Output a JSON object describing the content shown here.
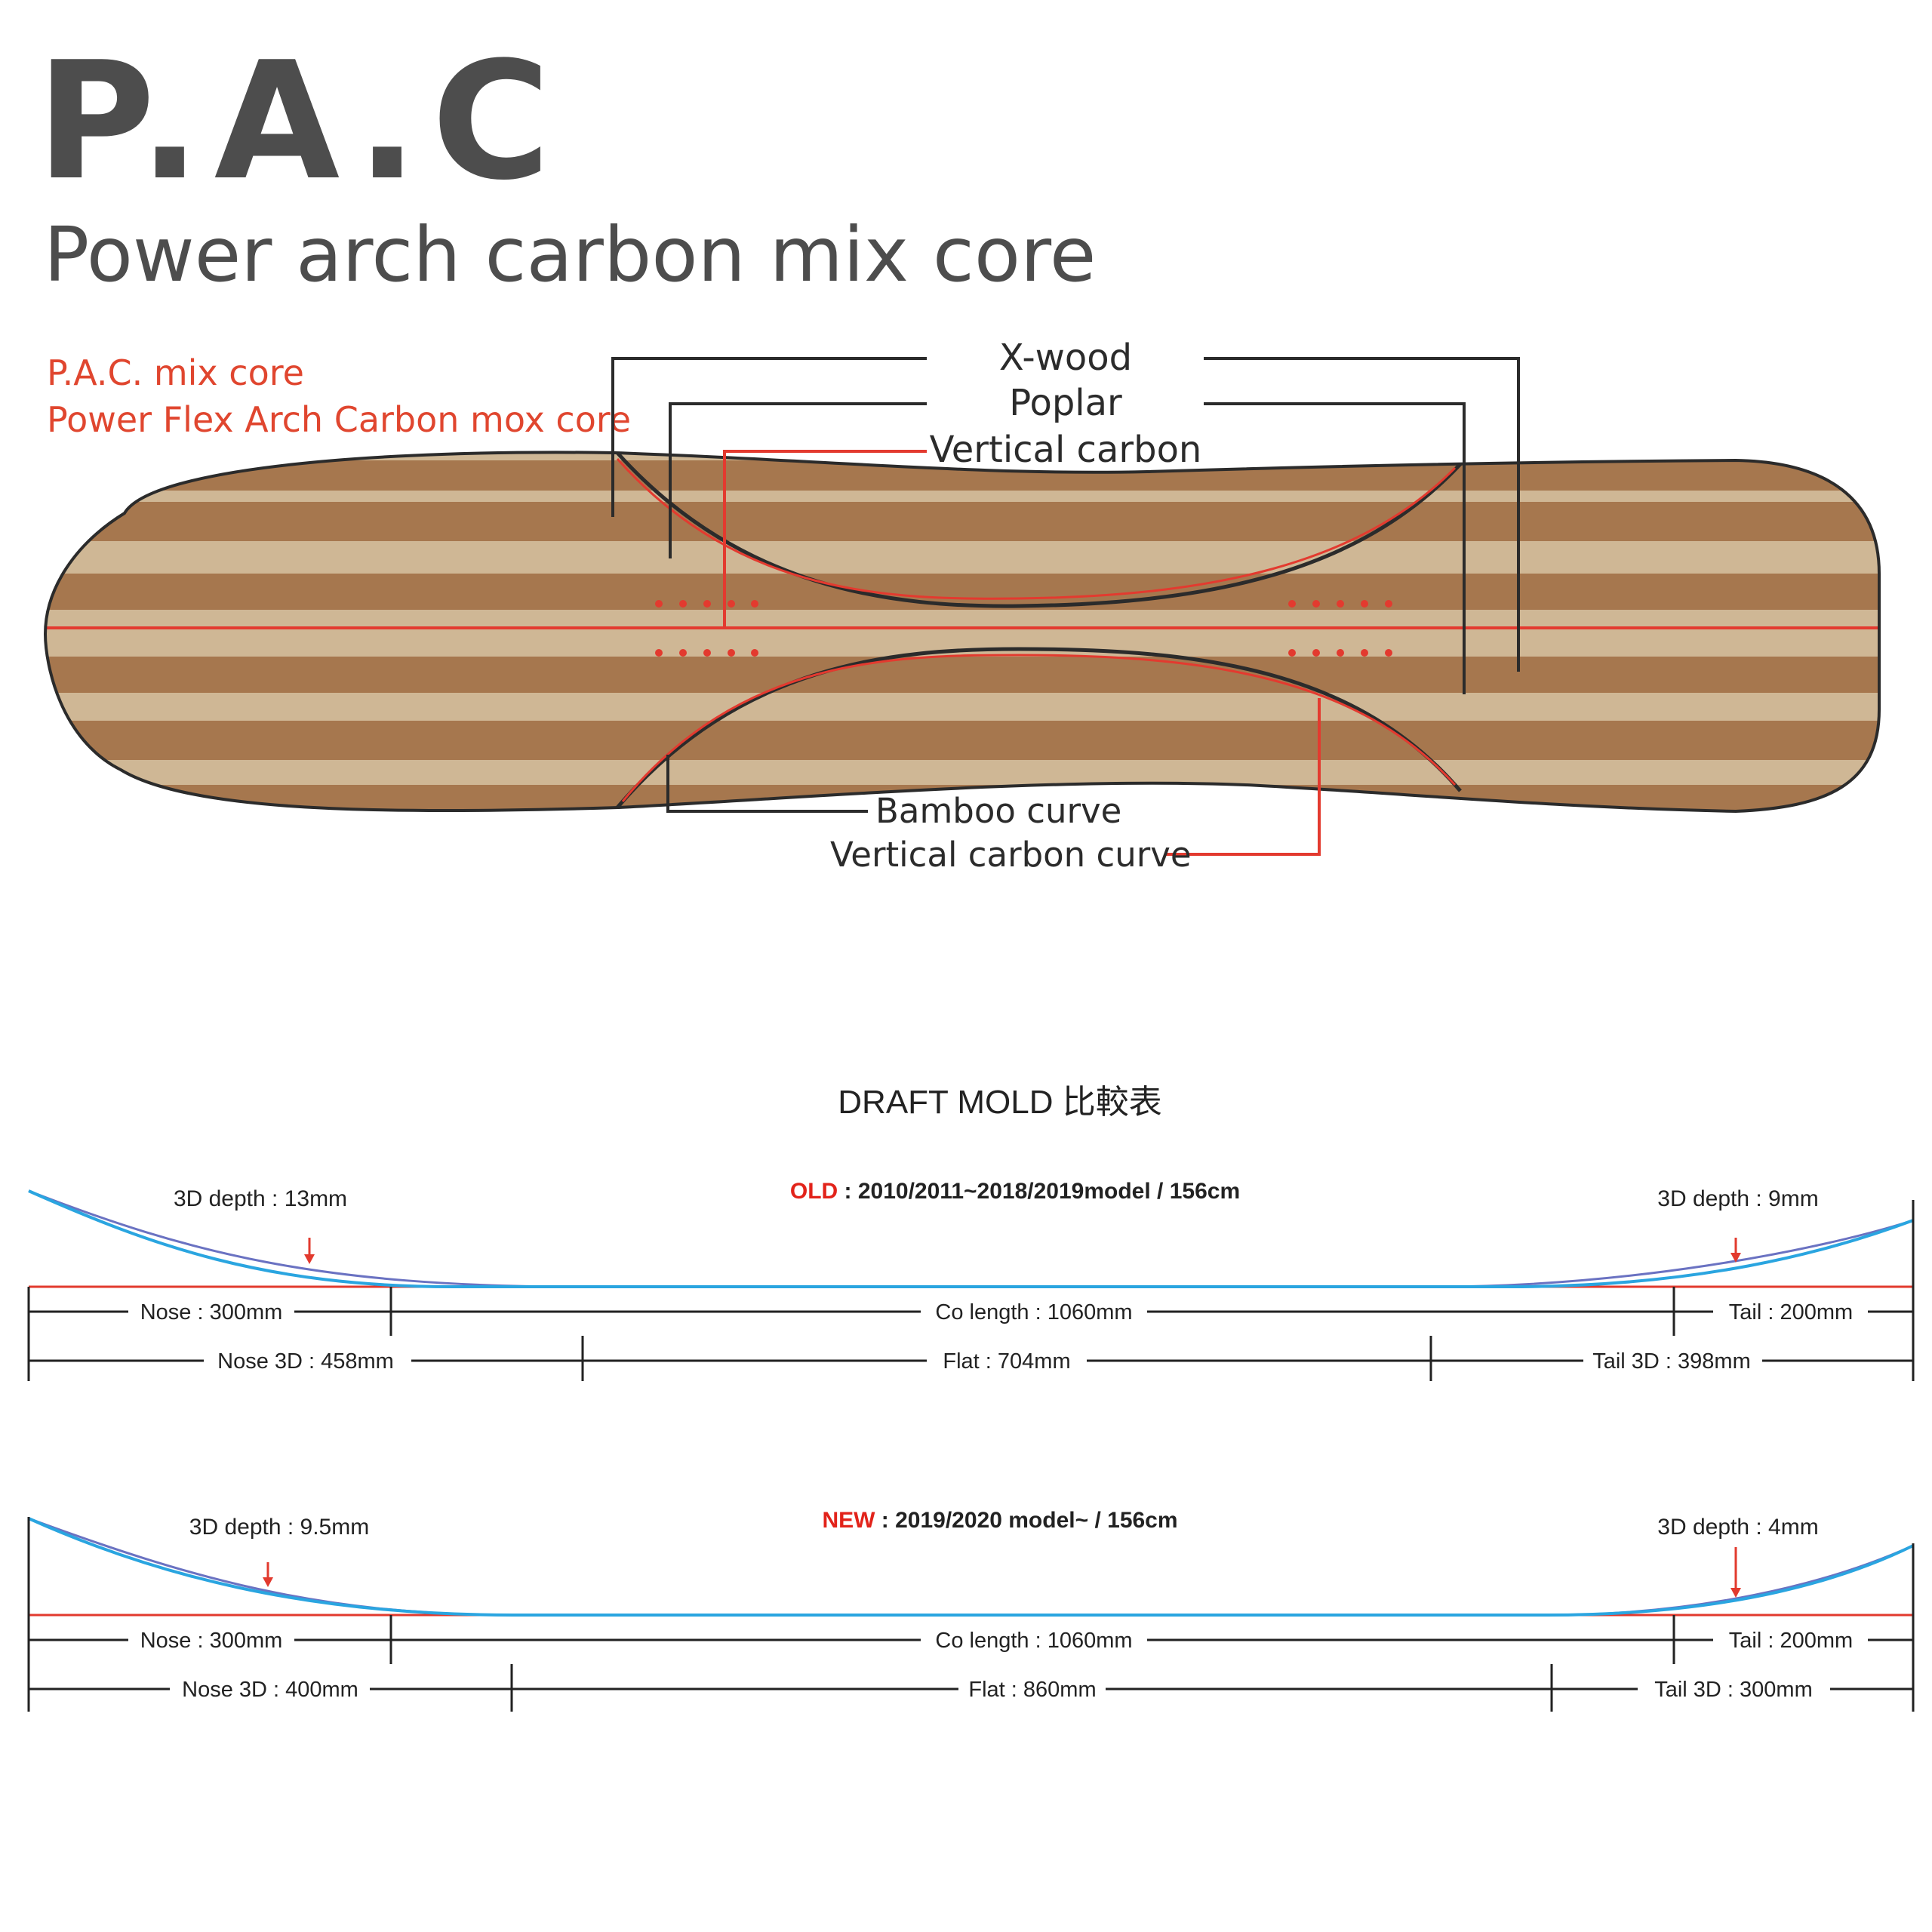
{
  "header": {
    "logo": "P.A.C",
    "subtitle": "Power arch carbon mix core"
  },
  "core_diagram": {
    "caption_line1": "P.A.C. mix core",
    "caption_line2": "Power Flex Arch Carbon mox core",
    "labels": {
      "xwood": "X-wood",
      "poplar": "Poplar",
      "vertical_carbon": "Vertical carbon",
      "bamboo_curve": "Bamboo curve",
      "vertical_carbon_curve": "Vertical carbon curve"
    },
    "colors": {
      "stripe_dark": "#A6774E",
      "stripe_light": "#CFB795",
      "carbon_red": "#E33A2F",
      "caption_red": "#E0462F",
      "outline": "#2B2B2B"
    }
  },
  "draft_mold": {
    "title": "DRAFT MOLD 比較表",
    "old": {
      "tag": "OLD",
      "model": " : 2010/2011~2018/2019model / 156cm",
      "nose_depth": "3D depth : 13mm",
      "tail_depth": "3D depth : 9mm",
      "nose": "Nose : 300mm",
      "co_length": "Co length : 1060mm",
      "tail": "Tail : 200mm",
      "nose3d": "Nose 3D : 458mm",
      "flat": "Flat : 704mm",
      "tail3d": "Tail 3D : 398mm"
    },
    "new": {
      "tag": "NEW",
      "model": " : 2019/2020 model~ / 156cm",
      "nose_depth": "3D depth : 9.5mm",
      "tail_depth": "3D depth : 4mm",
      "nose": "Nose : 300mm",
      "co_length": "Co length : 1060mm",
      "tail": "Tail : 200mm",
      "nose3d": "Nose 3D : 400mm",
      "flat": "Flat : 860mm",
      "tail3d": "Tail 3D : 300mm"
    },
    "colors": {
      "profile_blue": "#2AA5E0",
      "profile_purple": "#6A72C2",
      "base_red": "#E23A2E",
      "tag_red": "#E2231A",
      "line_dark": "#222222"
    }
  }
}
